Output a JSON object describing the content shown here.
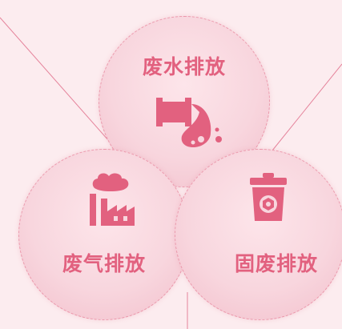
{
  "diagram": {
    "colors": {
      "accent": "#e2617f",
      "background": "#fcecef",
      "line": "#e5839b"
    },
    "nodes": {
      "water": {
        "label": "废水排放",
        "icon": "wastewater-pipe-icon"
      },
      "gas": {
        "label": "废气排放",
        "icon": "factory-smoke-icon"
      },
      "solid": {
        "label": "固废排放",
        "icon": "trash-bin-icon"
      }
    }
  }
}
